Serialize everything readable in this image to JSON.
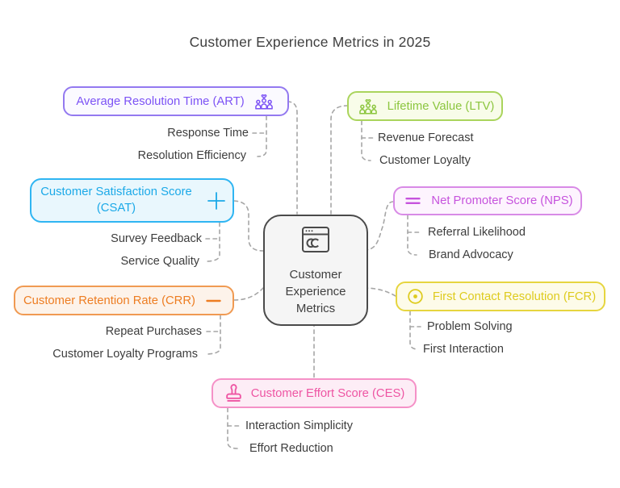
{
  "title": "Customer Experience Metrics in 2025",
  "connector_color": "#a6a6a6",
  "center_node": {
    "label": "Customer Experience Metrics",
    "icon": "browser-window-icon",
    "colors": {
      "accent": "#3f3f3f",
      "border": "#4a4a4a",
      "bg": "#f5f5f5"
    }
  },
  "branches": [
    {
      "key": "art",
      "label": "Average Resolution Time (ART)",
      "icon": "people-group-icon",
      "children": [
        "Response Time",
        "Resolution Efficiency"
      ],
      "colors": {
        "accent": "#7c52f5",
        "border": "#9379f0",
        "bg": "#fbfaff"
      }
    },
    {
      "key": "csat",
      "label": "Customer Satisfaction Score (CSAT)",
      "icon": "plus-icon",
      "children": [
        "Survey Feedback",
        "Service Quality"
      ],
      "colors": {
        "accent": "#1ba9e8",
        "border": "#2fb5f2",
        "bg": "#e9f7fd"
      }
    },
    {
      "key": "crr",
      "label": "Customer Retention Rate (CRR)",
      "icon": "dash-icon",
      "children": [
        "Repeat Purchases",
        "Customer Loyalty Programs"
      ],
      "colors": {
        "accent": "#ed7d22",
        "border": "#f09a52",
        "bg": "#fdf3ea"
      }
    },
    {
      "key": "ltv",
      "label": "Lifetime Value (LTV)",
      "icon": "people-group-icon",
      "children": [
        "Revenue Forecast",
        "Customer Loyalty"
      ],
      "colors": {
        "accent": "#8cc63f",
        "border": "#aad45c",
        "bg": "#f8fce9"
      }
    },
    {
      "key": "nps",
      "label": "Net Promoter Score (NPS)",
      "icon": "equals-icon",
      "children": [
        "Referral Likelihood",
        "Brand Advocacy"
      ],
      "colors": {
        "accent": "#c653dd",
        "border": "#d88ae6",
        "bg": "#fdf4fe"
      }
    },
    {
      "key": "fcr",
      "label": "First Contact Resolution (FCR)",
      "icon": "circle-dot-icon",
      "children": [
        "Problem Solving",
        "First Interaction"
      ],
      "colors": {
        "accent": "#decb1e",
        "border": "#e6d53f",
        "bg": "#fdfbe9"
      }
    },
    {
      "key": "ces",
      "label": "Customer Effort Score (CES)",
      "icon": "stamp-icon",
      "children": [
        "Interaction Simplicity",
        "Effort Reduction"
      ],
      "colors": {
        "accent": "#ee55a3",
        "border": "#f591c7",
        "bg": "#fdedf6"
      }
    }
  ]
}
